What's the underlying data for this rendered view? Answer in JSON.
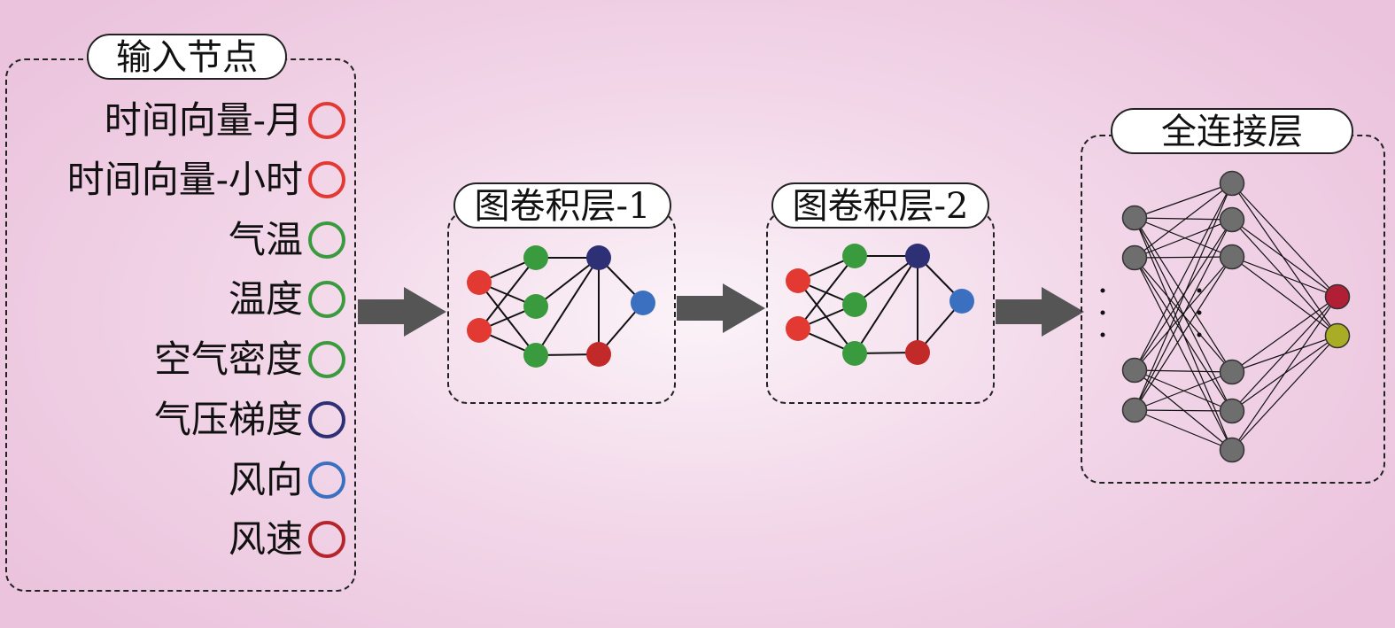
{
  "input_panel": {
    "title": "输入节点",
    "items": [
      {
        "label": "时间向量-月",
        "color": "#e23a33"
      },
      {
        "label": "时间向量-小时",
        "color": "#e23a33"
      },
      {
        "label": "气温",
        "color": "#3a9a3e"
      },
      {
        "label": "温度",
        "color": "#3a9a3e"
      },
      {
        "label": "空气密度",
        "color": "#3a9a3e"
      },
      {
        "label": "气压梯度",
        "color": "#2e3075"
      },
      {
        "label": "风向",
        "color": "#3b70c0"
      },
      {
        "label": "风速",
        "color": "#b5262c"
      }
    ]
  },
  "gcn_layer_1": {
    "title": "图卷积层-1"
  },
  "gcn_layer_2": {
    "title": "图卷积层-2"
  },
  "fc_layer": {
    "title": "全连接层"
  },
  "colors": {
    "red": "#e23a33",
    "green": "#3a9a3e",
    "navy": "#2e3075",
    "blue": "#3b70c0",
    "dark_red": "#c22a2a",
    "gray_node": "#6e6e6e",
    "output_red": "#b01f35",
    "output_olive": "#a8ad25",
    "arrow": "#555555"
  }
}
